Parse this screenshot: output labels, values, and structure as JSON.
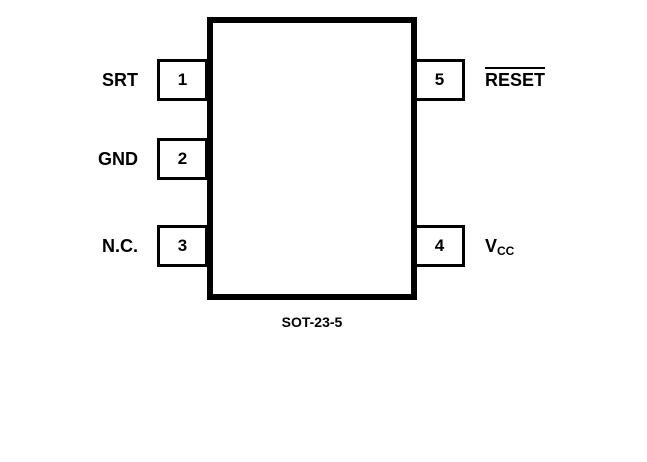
{
  "diagram": {
    "package_label": "SOT-23-5"
  },
  "pins": {
    "left": [
      {
        "number": "1",
        "label": "SRT"
      },
      {
        "number": "2",
        "label": "GND"
      },
      {
        "number": "3",
        "label": "N.C."
      }
    ],
    "right": [
      {
        "number": "5",
        "label": "RESET",
        "active_low": "true"
      },
      {
        "number": "4",
        "label_base": "V",
        "label_sub": "CC"
      }
    ]
  },
  "colors": {
    "line": "#000000",
    "background": "#ffffff"
  }
}
